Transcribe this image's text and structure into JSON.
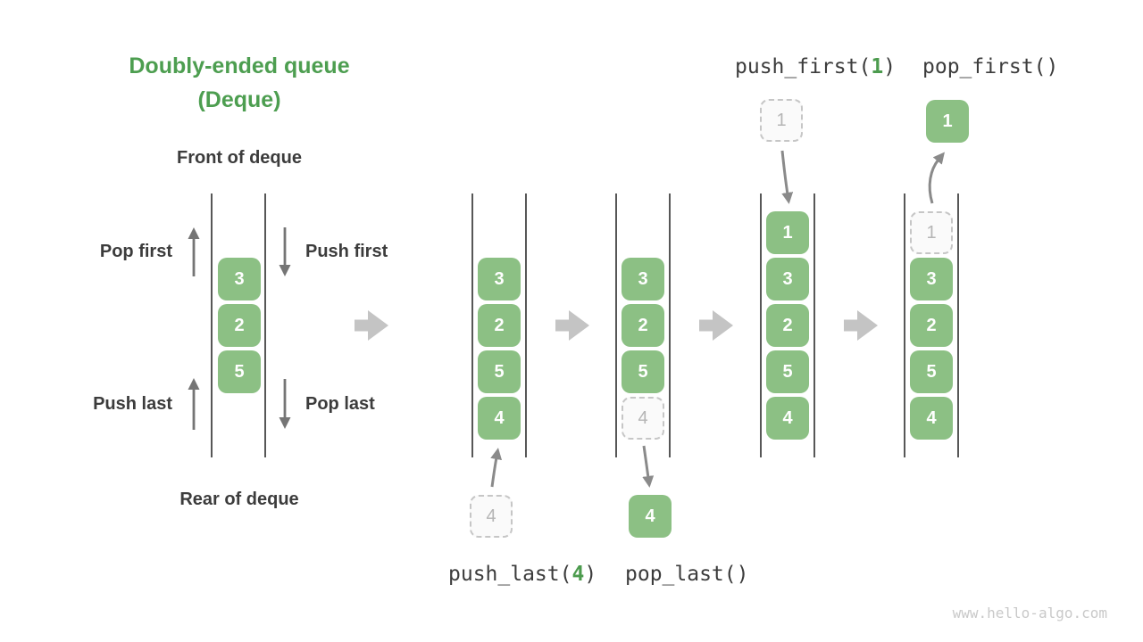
{
  "title": {
    "line1": "Doubly-ended queue",
    "line2": "(Deque)"
  },
  "labels": {
    "front": "Front of deque",
    "rear": "Rear of deque",
    "pop_first": "Pop first",
    "push_first": "Push first",
    "push_last": "Push last",
    "pop_last": "Pop last"
  },
  "initial_queue": {
    "cells": [
      "3",
      "2",
      "5"
    ]
  },
  "state_push_last": {
    "cells": [
      "3",
      "2",
      "5",
      "4"
    ],
    "new_item": "4"
  },
  "state_pop_last": {
    "cells": [
      "3",
      "2",
      "5"
    ],
    "removed_slot": "4",
    "popped_item": "4"
  },
  "state_push_first": {
    "cells": [
      "1",
      "3",
      "2",
      "5",
      "4"
    ],
    "new_item": "1"
  },
  "state_pop_first": {
    "cells": [
      "3",
      "2",
      "5",
      "4"
    ],
    "removed_slot": "1",
    "popped_item": "1"
  },
  "operations": {
    "push_last": {
      "prefix": "push_last(",
      "arg": "4",
      "suffix": ")"
    },
    "pop_last": {
      "label": "pop_last()"
    },
    "push_first": {
      "prefix": "push_first(",
      "arg": "1",
      "suffix": ")"
    },
    "pop_first": {
      "label": "pop_first()"
    }
  },
  "watermark": "www.hello-algo.com",
  "colors": {
    "box_green": "#8CC084",
    "title_green": "#4D9E50",
    "arg_green": "#4C9B4E",
    "text_dark": "#3C3C3C",
    "ghost_gray": "#B5B5B5",
    "thin_arrow_gray": "#757575",
    "state_arrow_gray": "#8A8A8A",
    "transition_arrow_gray": "#C4C4C4"
  }
}
